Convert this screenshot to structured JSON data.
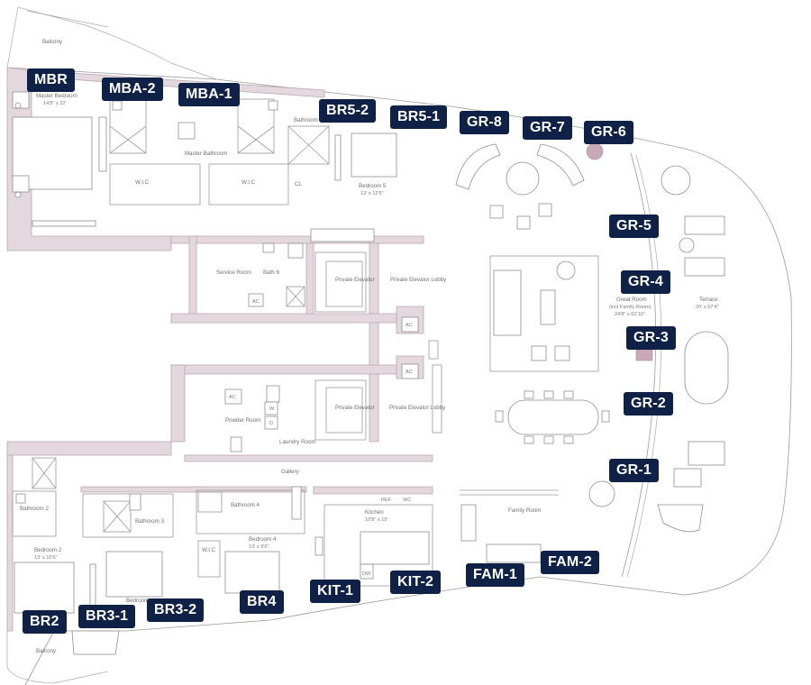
{
  "tags": {
    "MBR": "MBR",
    "MBA_2": "MBA-2",
    "MBA_1": "MBA-1",
    "BR5_2": "BR5-2",
    "BR5_1": "BR5-1",
    "GR_8": "GR-8",
    "GR_7": "GR-7",
    "GR_6": "GR-6",
    "GR_5": "GR-5",
    "GR_4": "GR-4",
    "GR_3": "GR-3",
    "GR_2": "GR-2",
    "GR_1": "GR-1",
    "FAM_2": "FAM-2",
    "FAM_1": "FAM-1",
    "KIT_2": "KIT-2",
    "KIT_1": "KIT-1",
    "BR4": "BR4",
    "BR3_2": "BR3-2",
    "BR3_1": "BR3-1",
    "BR2": "BR2"
  },
  "rooms": {
    "balcony_top": "Balcony",
    "balcony_bottom": "Balcony",
    "master_bedroom": "Master Bedroom",
    "master_bedroom_dim": "14'8\" x 22'",
    "master_bathroom": "Master Bathroom",
    "wic_left": "W.I.C",
    "wic_right": "W.I.C",
    "bathroom5": "Bathroom",
    "bedroom5": "Bedroom 5",
    "bedroom5_dim": "13' x 12'6\"",
    "cl": "CL",
    "service_room": "Service Room",
    "bath6": "Bath 6",
    "ac1": "AC",
    "ac2": "AC",
    "ac3": "AC",
    "ac4": "AC",
    "private_elevator_1": "Private Elevator",
    "private_elevator_lobby_1": "Private Elevator Lobby",
    "private_elevator_2": "Private Elevator",
    "private_elevator_lobby_2": "Private Elevator Lobby",
    "great_room": "Great Room",
    "great_room_sub": "(incl Family Room)",
    "great_room_dim": "24'8\" x 62'10\"",
    "terrace": "Terrace",
    "terrace_dim": "20' x 57'4\"",
    "powder_room": "Powder Room",
    "laundry_room": "Laundry Room",
    "washer": "W",
    "dryer": "D",
    "gallery": "Gallery",
    "bathroom2": "Bathroom 2",
    "bedroom2": "Bedroom 2",
    "bedroom2_dim": "13' x 10'6\"",
    "bathroom3": "Bathroom 3",
    "bedroom3": "Bedroom",
    "wic_br4": "W.I.C",
    "bathroom4": "Bathroom 4",
    "bedroom4": "Bedroom 4",
    "bedroom4_dim": "13' x 9'6\"",
    "kitchen": "Kitchen",
    "kitchen_dim": "10'8\" x 19'",
    "ref": "REF",
    "wc": "WC",
    "dw": "DW",
    "family_room": "Family Room"
  },
  "colors": {
    "tag_bg": "#0f2147",
    "tag_text": "#ffffff",
    "wall": "#e5d7de",
    "accent_wall": "#c9a9b5"
  }
}
